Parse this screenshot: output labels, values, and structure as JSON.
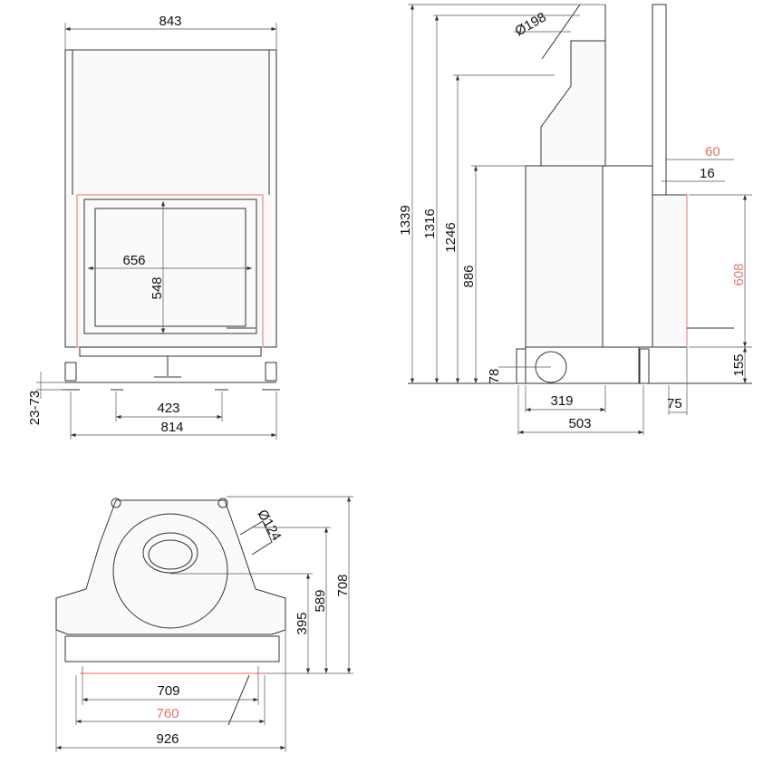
{
  "front_view": {
    "overall_width": "843",
    "glass_width": "656",
    "glass_height": "548",
    "feet_inner_spacing": "423",
    "feet_outer_spacing": "814",
    "foot_adjustment": "23-73"
  },
  "side_view": {
    "flue_diameter": "Ø198",
    "height_total": "1339",
    "height_flue_top": "1316",
    "height_flue_axis": "1246",
    "height_body": "886",
    "frame_depth": "60",
    "frame_offset": "16",
    "door_height": "608",
    "door_base_height": "155",
    "air_inlet_height": "78",
    "feet_depth": "319",
    "overall_depth": "503",
    "front_offset": "75"
  },
  "top_view": {
    "air_diameter": "Ø124",
    "inlet_depth": "395",
    "flue_depth": "589",
    "overall_depth": "708",
    "opening_width": "709",
    "frame_width": "760",
    "overall_width": "926"
  },
  "colors": {
    "line": "#333333",
    "highlight": "#e57373"
  }
}
